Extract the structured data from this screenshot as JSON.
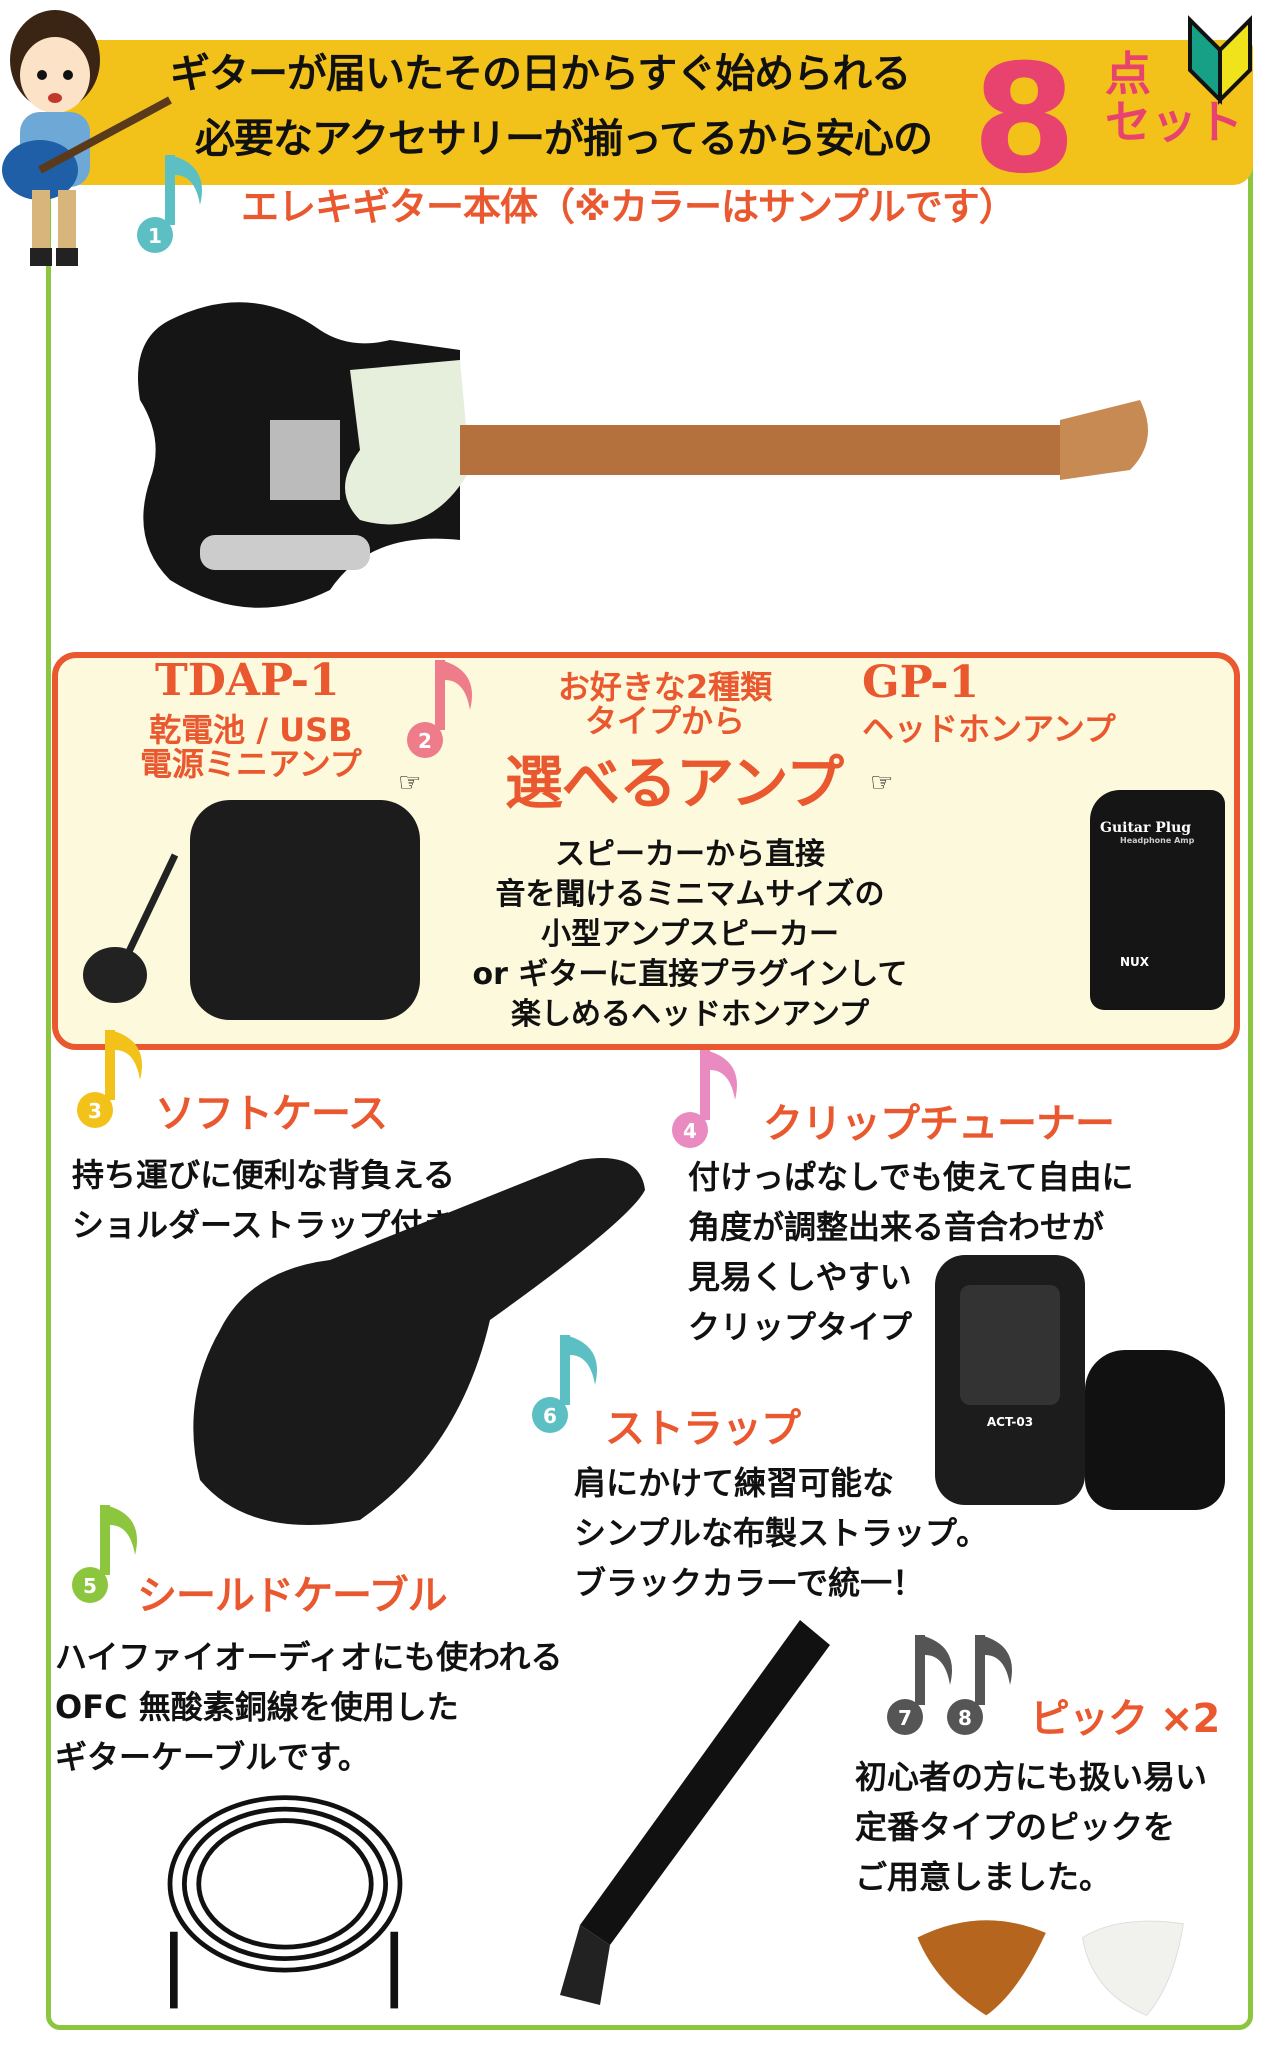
{
  "header": {
    "line1": "ギターが届いたその日からすぐ始められる",
    "line2": "必要なアクセサリーが揃ってるから安心の",
    "count": "8",
    "count_unit1": "点",
    "count_unit2": "セット"
  },
  "items": [
    {
      "num": "1",
      "title": "エレキギター本体（※カラーはサンプルです）",
      "color": "#5bbfc4"
    },
    {
      "num": "2",
      "color": "#ee7c8a"
    },
    {
      "num": "3",
      "title": "ソフトケース",
      "desc": [
        "持ち運びに便利な背負える",
        "ショルダーストラップ付き"
      ],
      "color": "#f2c21b"
    },
    {
      "num": "4",
      "title": "クリップチューナー",
      "desc": [
        "付けっぱなしでも使えて自由に",
        "角度が調整出来る音合わせが",
        "見易くしやすい",
        "クリップタイプ"
      ],
      "color": "#e98bc0"
    },
    {
      "num": "5",
      "title": "シールドケーブル",
      "desc": [
        "ハイファイオーディオにも使われる",
        "OFC 無酸素銅線を使用した",
        "ギターケーブルです。"
      ],
      "color": "#8cc63f"
    },
    {
      "num": "6",
      "title": "ストラップ",
      "desc": [
        "肩にかけて練習可能な",
        "シンプルな布製ストラップ。",
        "ブラックカラーで統一！"
      ],
      "color": "#5bbfc4"
    },
    {
      "num": "7",
      "num2": "8",
      "title": "ピック ×2",
      "desc": [
        "初心者の方にも扱い易い",
        "定番タイプのピックを",
        "ご用意しました。"
      ],
      "color": "#555555"
    }
  ],
  "amp": {
    "left_model": "TDAP-1",
    "left_sub1": "乾電池 / USB",
    "left_sub2": "電源ミニアンプ",
    "mid1": "お好きな2種類",
    "mid2": "タイプから",
    "right_model": "GP-1",
    "right_sub": "ヘッドホンアンプ",
    "headline": "選べるアンプ",
    "desc": [
      "スピーカーから直接",
      "音を聞けるミニマムサイズの",
      "小型アンプスピーカー",
      "or ギターに直接プラグインして",
      "楽しめるヘッドホンアンプ"
    ],
    "gp_label": "Guitar Plug",
    "gp_sub": "Headphone Amp",
    "gp_brand": "NUX"
  },
  "tuner_label": "ACT-03"
}
